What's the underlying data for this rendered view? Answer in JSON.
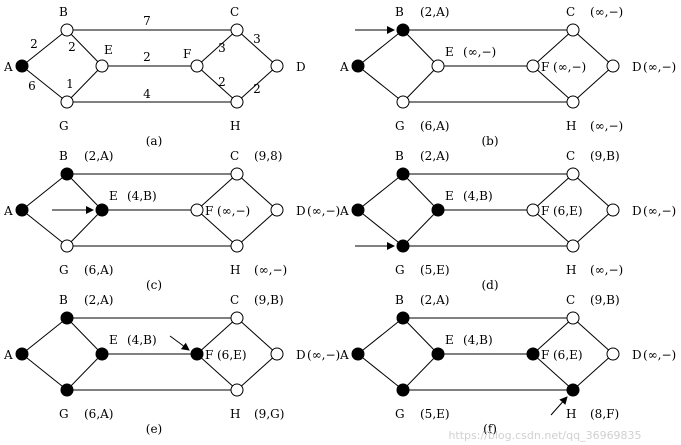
{
  "colors": {
    "line": "#000000",
    "filled": "#000000",
    "open": "#ffffff",
    "watermark": "#cfcfcf"
  },
  "node_names": [
    "A",
    "B",
    "C",
    "D",
    "E",
    "F",
    "G",
    "H"
  ],
  "weights": {
    "AB": "2",
    "AG": "6",
    "BE": "2",
    "BC": "7",
    "EF": "2",
    "EG": "1",
    "GH": "4",
    "CF": "3",
    "CD": "3",
    "FH": "2",
    "HD": "2"
  },
  "panels": [
    {
      "id": "a",
      "caption": "(a)",
      "filled": [
        "A"
      ],
      "arrows": [],
      "show_weights": true,
      "annotations": {}
    },
    {
      "id": "b",
      "caption": "(b)",
      "filled": [
        "A",
        "B"
      ],
      "arrows": [
        "B"
      ],
      "show_weights": false,
      "annotations": {
        "B": "(2,A)",
        "C": "(∞,−)",
        "D": "(∞,−)",
        "E": "(∞,−)",
        "F": "(∞,−)",
        "G": "(6,A)",
        "H": "(∞,−)"
      }
    },
    {
      "id": "c",
      "caption": "(c)",
      "filled": [
        "A",
        "B",
        "E"
      ],
      "arrows": [
        "E"
      ],
      "show_weights": false,
      "annotations": {
        "B": "(2,A)",
        "C": "(9,8)",
        "D": "(∞,−)",
        "E": "(4,B)",
        "F": "(∞,−)",
        "G": "(6,A)",
        "H": "(∞,−)"
      }
    },
    {
      "id": "d",
      "caption": "(d)",
      "filled": [
        "A",
        "B",
        "E",
        "G"
      ],
      "arrows": [
        "G"
      ],
      "show_weights": false,
      "annotations": {
        "B": "(2,A)",
        "C": "(9,B)",
        "D": "(∞,−)",
        "E": "(4,B)",
        "F": "(6,E)",
        "G": "(5,E)",
        "H": "(∞,−)"
      }
    },
    {
      "id": "e",
      "caption": "(e)",
      "filled": [
        "A",
        "B",
        "E",
        "G",
        "F"
      ],
      "arrows": [
        "F"
      ],
      "show_weights": false,
      "annotations": {
        "B": "(2,A)",
        "C": "(9,B)",
        "D": "(∞,−)",
        "E": "(4,B)",
        "F": "(6,E)",
        "G": "(6,A)",
        "H": "(9,G)"
      }
    },
    {
      "id": "f",
      "caption": "(f)",
      "filled": [
        "A",
        "B",
        "E",
        "G",
        "F",
        "H"
      ],
      "arrows": [
        "H"
      ],
      "show_weights": false,
      "annotations": {
        "B": "(2,A)",
        "C": "(9,B)",
        "D": "(∞,−)",
        "E": "(4,B)",
        "F": "(6,E)",
        "G": "(5,E)",
        "H": "(8,F)"
      }
    }
  ],
  "watermark": "https://blog.csdn.net/qq_36969835"
}
